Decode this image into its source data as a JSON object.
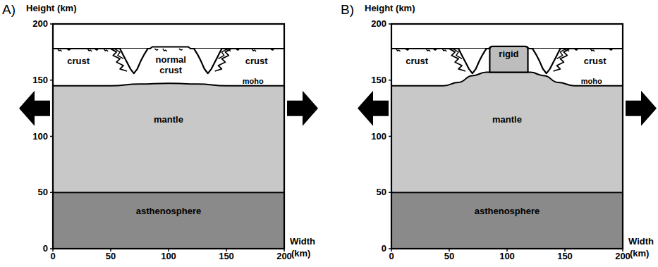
{
  "diagram": {
    "nodes": [
      {
        "text": [
          "mantle"
        ]
      },
      {
        "text": [
          "asthenosphere"
        ]
      },
      {
        "text": [
          "rigid"
        ]
      },
      {
        "text": [
          "mantle"
        ]
      },
      {
        "text": [
          "asthenosphere"
        ]
      }
    ],
    "labels": [
      "A)",
      "Height (km)",
      "200",
      "150",
      "100",
      "50",
      "0",
      "Width",
      "(km)",
      "0",
      "50",
      "100",
      "150",
      "200",
      "crust",
      "normal crust",
      "crust",
      "moho",
      "B)",
      "Height (km)",
      "200",
      "150",
      "100",
      "50",
      "0",
      "Width",
      "(km)",
      "0",
      "50",
      "100",
      "150",
      "200",
      "crust",
      "crust",
      "moho"
    ]
  }
}
